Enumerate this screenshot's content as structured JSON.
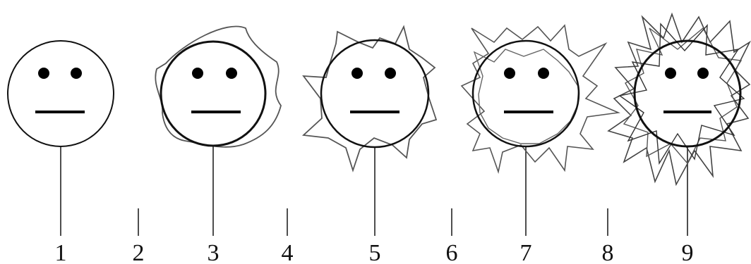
{
  "scale": {
    "labels": [
      "1",
      "2",
      "3",
      "4",
      "5",
      "6",
      "7",
      "8",
      "9"
    ]
  },
  "faces": [
    {
      "level": "1",
      "emotion": "neutral",
      "distortion": 0
    },
    {
      "level": "3",
      "emotion": "neutral",
      "distortion": 1
    },
    {
      "level": "5",
      "emotion": "neutral",
      "distortion": 2
    },
    {
      "level": "7",
      "emotion": "neutral",
      "distortion": 3
    },
    {
      "level": "9",
      "emotion": "neutral",
      "distortion": 4
    }
  ],
  "colors": {
    "outline": "#111111",
    "scribble": "#555555",
    "tick": "#222222",
    "background": "#ffffff"
  }
}
